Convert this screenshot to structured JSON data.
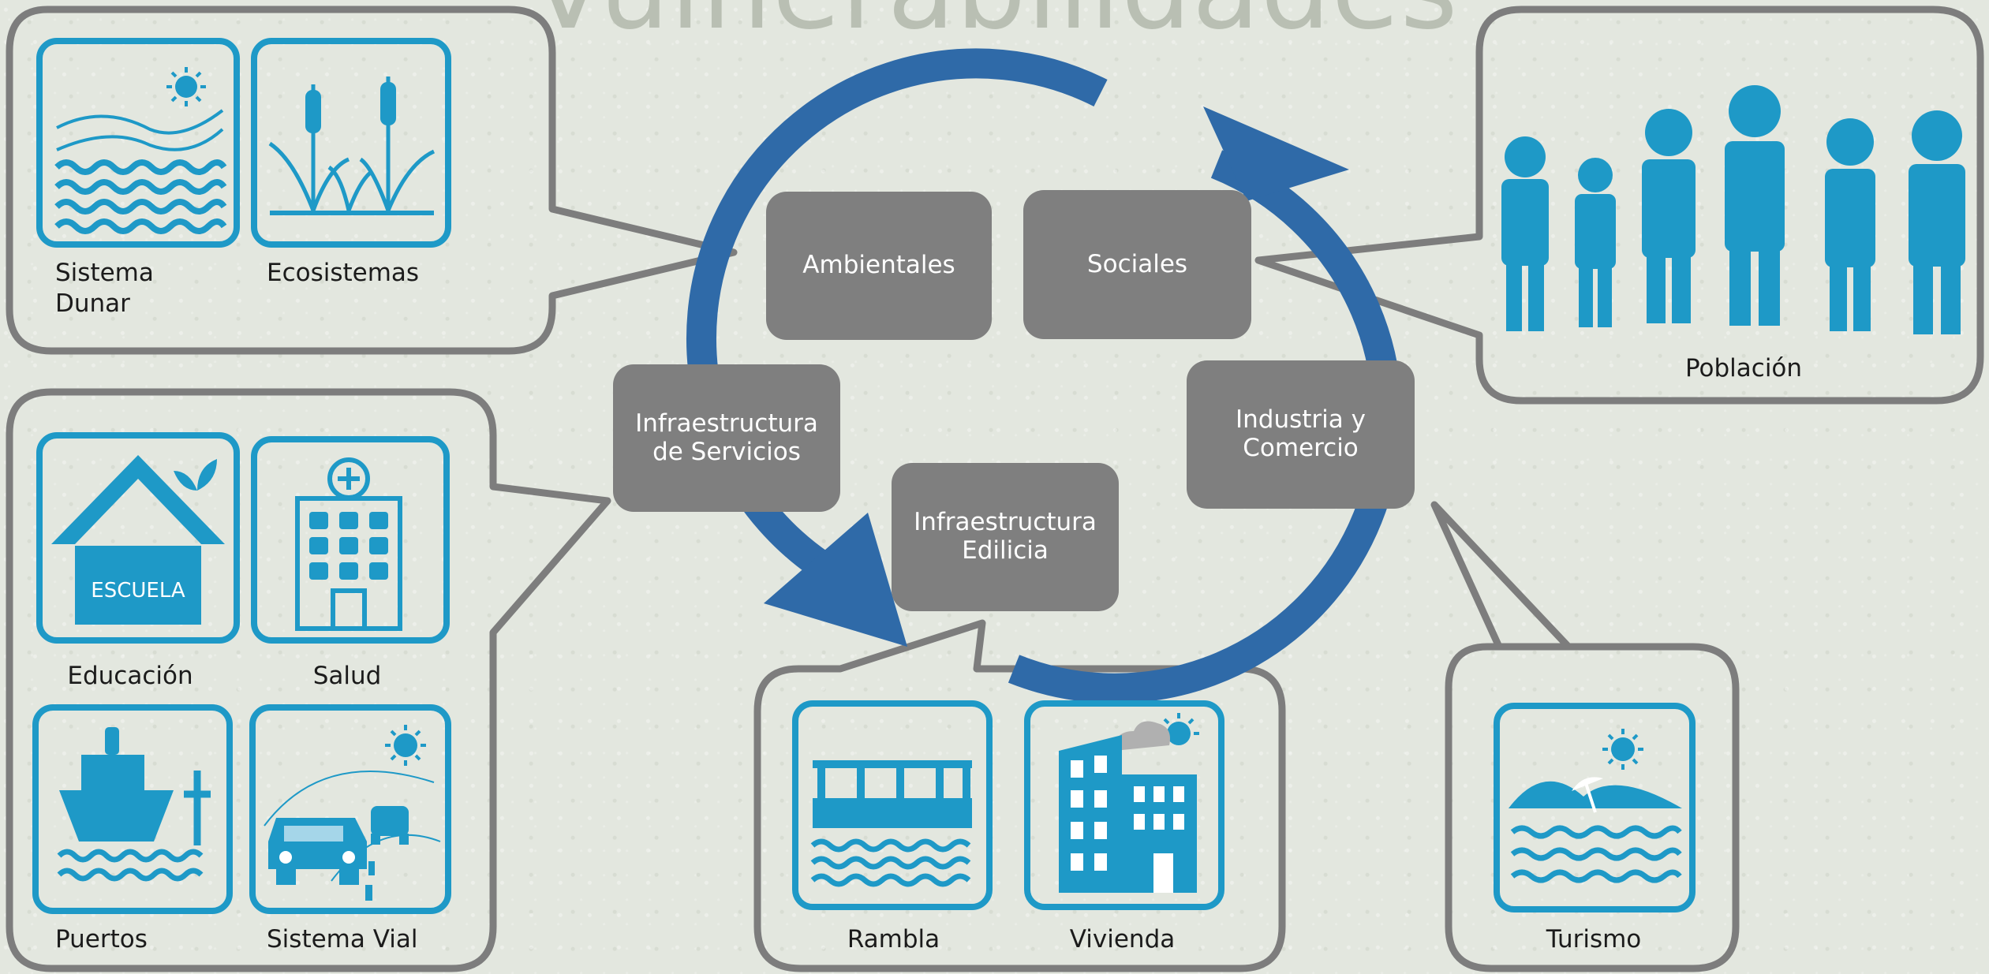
{
  "title": "Vulnerabilidades",
  "colors": {
    "accent": "#1e99c7",
    "arrow": "#2f6aa8",
    "node": "#7f7f7f",
    "callout": "#7d7d7d"
  },
  "nodes": {
    "ambientales": "Ambientales",
    "sociales": "Sociales",
    "infra_servicios": "Infraestructura\nde Servicios",
    "industria": "Industria y\nComercio",
    "infra_edilicia": "Infraestructura\nEdilicia"
  },
  "ambientales_group": {
    "items": [
      {
        "label": "Sistema\nDunar",
        "icon": "dune-sea-icon"
      },
      {
        "label": "Ecosistemas",
        "icon": "reeds-icon"
      }
    ]
  },
  "sociales_group": {
    "label": "Población",
    "icon": "people-icon"
  },
  "servicios_group": {
    "school_sign": "ESCUELA",
    "items": [
      {
        "label": "Educación",
        "icon": "school-icon"
      },
      {
        "label": "Salud",
        "icon": "hospital-icon"
      },
      {
        "label": "Puertos",
        "icon": "ship-icon"
      },
      {
        "label": "Sistema Vial",
        "icon": "car-road-icon"
      }
    ]
  },
  "edilicia_group": {
    "items": [
      {
        "label": "Rambla",
        "icon": "promenade-icon"
      },
      {
        "label": "Vivienda",
        "icon": "building-icon"
      }
    ]
  },
  "industria_group": {
    "label": "Turismo",
    "icon": "beach-icon"
  }
}
